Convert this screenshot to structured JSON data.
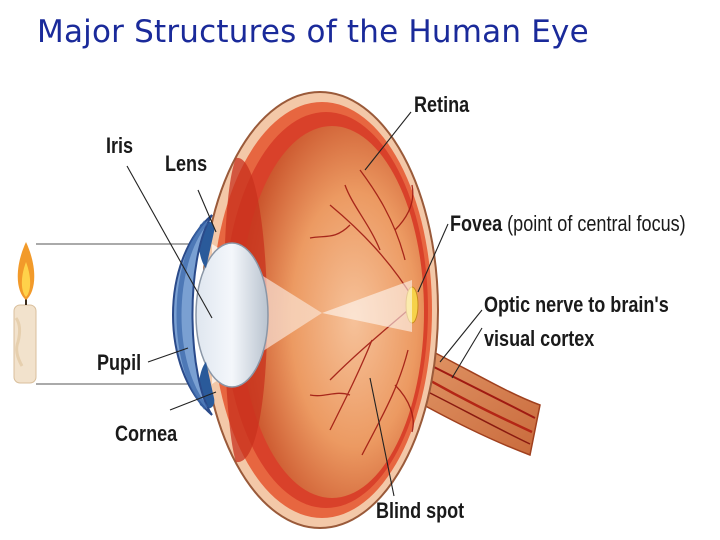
{
  "title": "Major Structures of the Human Eye",
  "labels": {
    "retina": "Retina",
    "iris": "Iris",
    "lens": "Lens",
    "fovea": "Fovea",
    "fovea_note": "(point of central focus)",
    "optic_line1": "Optic nerve to brain's",
    "optic_line2": "visual cortex",
    "pupil": "Pupil",
    "cornea": "Cornea",
    "blind_spot": "Blind spot"
  },
  "colors": {
    "title": "#1a2a9a",
    "eye_red": "#c8321e",
    "eye_orange": "#e8925a",
    "vessel": "#a01a12",
    "cornea_blue": "#4a78b8",
    "label": "#1a1a1a"
  }
}
